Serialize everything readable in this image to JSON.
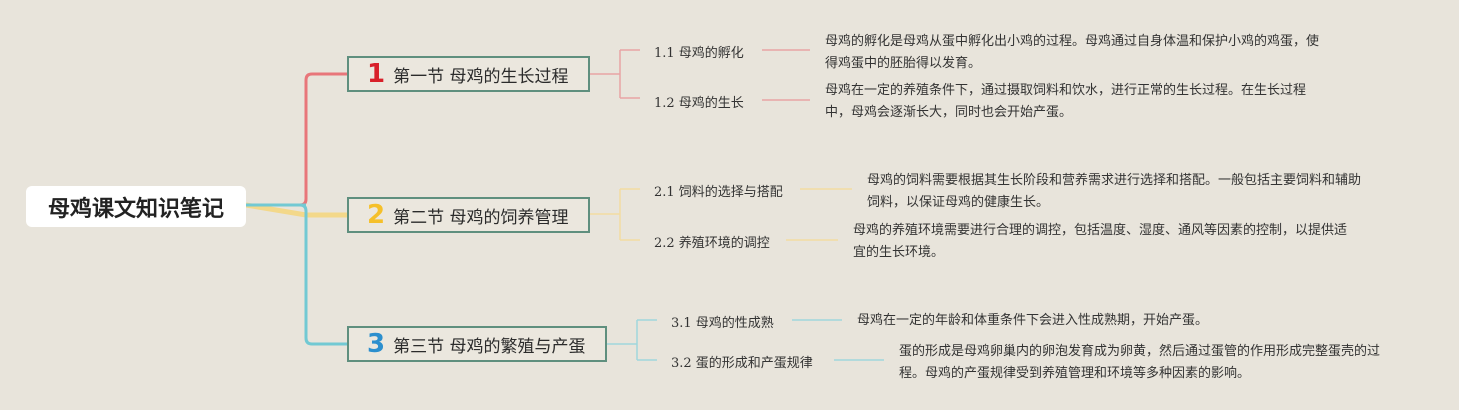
{
  "root": {
    "title": "母鸡课文知识笔记"
  },
  "colors": {
    "s1": "#e8767a",
    "s2": "#f3d88a",
    "s3": "#72c9d3",
    "s1num": "#d8202a",
    "s2num": "#f5c02a",
    "s3num": "#2c8fce",
    "border": "#5f8f7e"
  },
  "sections": [
    {
      "num": "1",
      "title": "第一节 母鸡的生长过程",
      "topics": [
        {
          "title": "1.1 母鸡的孵化",
          "desc": "母鸡的孵化是母鸡从蛋中孵化出小鸡的过程。母鸡通过自身体温和保护小鸡的鸡蛋，使得鸡蛋中的胚胎得以发育。"
        },
        {
          "title": "1.2 母鸡的生长",
          "desc": "母鸡在一定的养殖条件下，通过摄取饲料和饮水，进行正常的生长过程。在生长过程中，母鸡会逐渐长大，同时也会开始产蛋。"
        }
      ]
    },
    {
      "num": "2",
      "title": "第二节 母鸡的饲养管理",
      "topics": [
        {
          "title": "2.1 饲料的选择与搭配",
          "desc": "母鸡的饲料需要根据其生长阶段和营养需求进行选择和搭配。一般包括主要饲料和辅助饲料，以保证母鸡的健康生长。"
        },
        {
          "title": "2.2 养殖环境的调控",
          "desc": "母鸡的养殖环境需要进行合理的调控，包括温度、湿度、通风等因素的控制，以提供适宜的生长环境。"
        }
      ]
    },
    {
      "num": "3",
      "title": "第三节 母鸡的繁殖与产蛋",
      "topics": [
        {
          "title": "3.1 母鸡的性成熟",
          "desc": "母鸡在一定的年龄和体重条件下会进入性成熟期，开始产蛋。"
        },
        {
          "title": "3.2 蛋的形成和产蛋规律",
          "desc": "蛋的形成是母鸡卵巢内的卵泡发育成为卵黄，然后通过蛋管的作用形成完整蛋壳的过程。母鸡的产蛋规律受到养殖管理和环境等多种因素的影响。"
        }
      ]
    }
  ]
}
